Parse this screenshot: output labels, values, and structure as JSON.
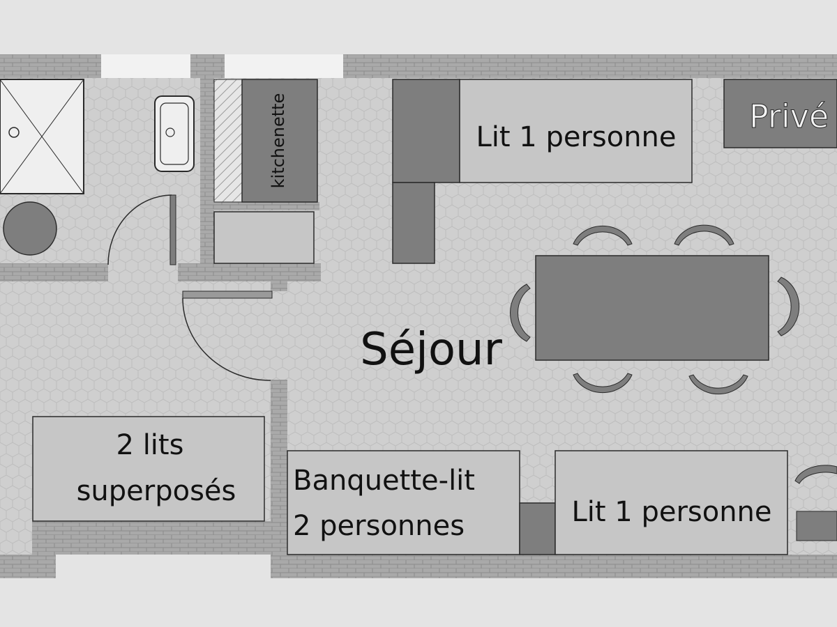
{
  "labels": {
    "kitchenette": "kitchenette",
    "bed_top": "Lit 1 personne",
    "private": "Privé",
    "living_room": "Séjour",
    "bunk_line1": "2 lits",
    "bunk_line2": "superposés",
    "sofa_line1": "Banquette-lit",
    "sofa_line2": "2 personnes",
    "bed_bottom": "Lit 1 personne"
  },
  "colors": {
    "page_background": "#e4e4e4",
    "floor": "#cfcfcf",
    "brick_wall": "#a9a9a9",
    "furniture_light": "#c6c6c6",
    "furniture_dark": "#7e7e7e",
    "fixture_white": "#efefef",
    "outline": "#2a2a2a"
  }
}
